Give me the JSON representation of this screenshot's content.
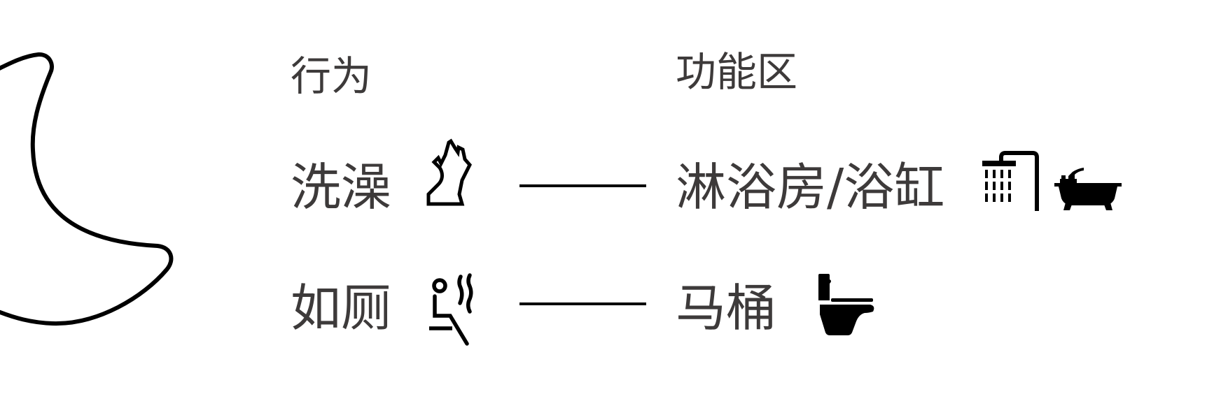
{
  "headers": {
    "behavior": "行为",
    "zone": "功能区"
  },
  "rows": [
    {
      "behavior": "洗澡",
      "behavior_icon": "bathing-person-icon",
      "zone": "淋浴房/浴缸",
      "zone_icons": [
        "shower-icon",
        "bathtub-icon"
      ]
    },
    {
      "behavior": "如厕",
      "behavior_icon": "toilet-use-person-icon",
      "zone": "马桶",
      "zone_icons": [
        "toilet-icon"
      ]
    }
  ],
  "colors": {
    "text": "#3d3a3a",
    "icon": "#000000",
    "background": "#ffffff"
  }
}
